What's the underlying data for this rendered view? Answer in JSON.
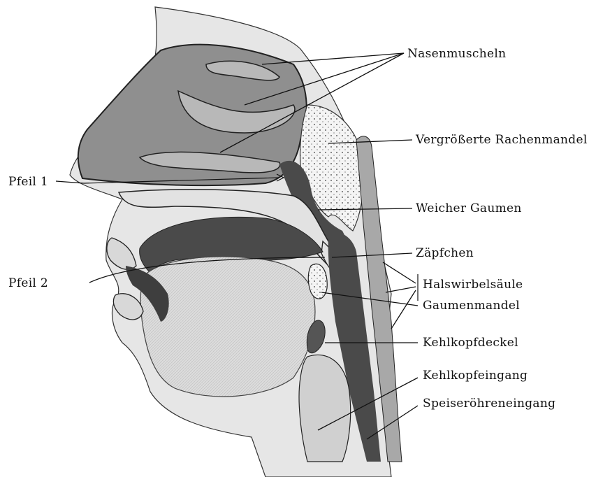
{
  "diagram": {
    "labels": {
      "nasenmuscheln": "Nasenmuscheln",
      "rachenmandel": "Vergrößerte Rachenmandel",
      "pfeil1": "Pfeil 1",
      "gaumen": "Weicher Gaumen",
      "zaepfchen": "Zäpfchen",
      "pfeil2": "Pfeil 2",
      "halswirbel": "Halswirbelsäule",
      "gaumenmandel": "Gaumenmandel",
      "kehlkopfdeckel": "Kehlkopfdeckel",
      "kehlkopfeingang": "Kehlkopfeingang",
      "speiseroehre": "Speiseröhreneingang"
    },
    "colors": {
      "ink": "#111111",
      "tissue": "#c8c8c8",
      "dark_tissue": "#4a4a4a",
      "mid_tissue": "#8a8a8a",
      "paper": "#ffffff"
    }
  }
}
